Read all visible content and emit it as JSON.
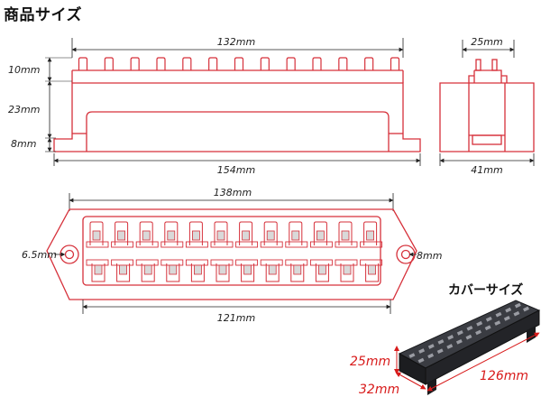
{
  "title": "商品サイズ",
  "cover_title": "カバーサイズ",
  "colors": {
    "outline": "#d6303a",
    "dimension_line": "#222222",
    "cover_dim": "#d81b1b",
    "cover_body": "#2b2d31"
  },
  "side_view": {
    "top_width": "132mm",
    "bottom_width": "154mm",
    "height_top": "10mm",
    "height_mid": "23mm",
    "height_bottom": "8mm",
    "tab_count": 13
  },
  "end_view": {
    "top_width": "25mm",
    "bottom_width": "41mm"
  },
  "top_view": {
    "outer_width": "138mm",
    "inner_width": "121mm",
    "hole_left": "6.5mm",
    "hole_right": "8mm",
    "slot_columns": 12
  },
  "cover": {
    "height": "25mm",
    "depth": "32mm",
    "length": "126mm"
  }
}
